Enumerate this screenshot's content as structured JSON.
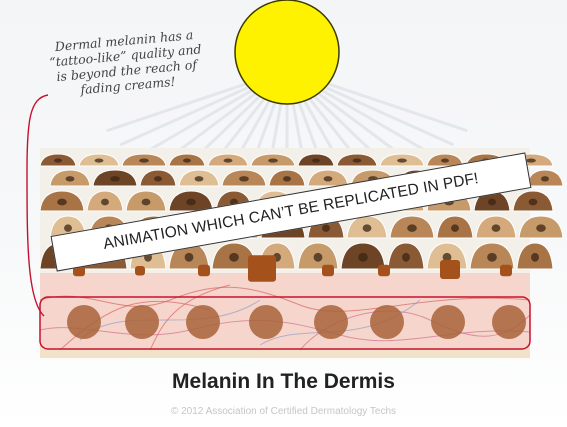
{
  "callout": {
    "lines": [
      "Dermal melanin has a",
      "“tattoo-like” quality and",
      "is beyond the reach of",
      "fading creams!"
    ]
  },
  "banner": {
    "text": "ANIMATION WHICH CAN’T BE REPLICATED IN PDF!"
  },
  "title": "Melanin In The Dermis",
  "footer": "© 2012 Association of Certified Dermatology Techs",
  "colors": {
    "sun": "#fff200",
    "sun_outline": "#3a3a00",
    "dermis": "#f6d6cc",
    "highlight_box": "#c8102e",
    "dermal_melanin": "#a8633a"
  },
  "icons": [
    "sun-icon"
  ]
}
